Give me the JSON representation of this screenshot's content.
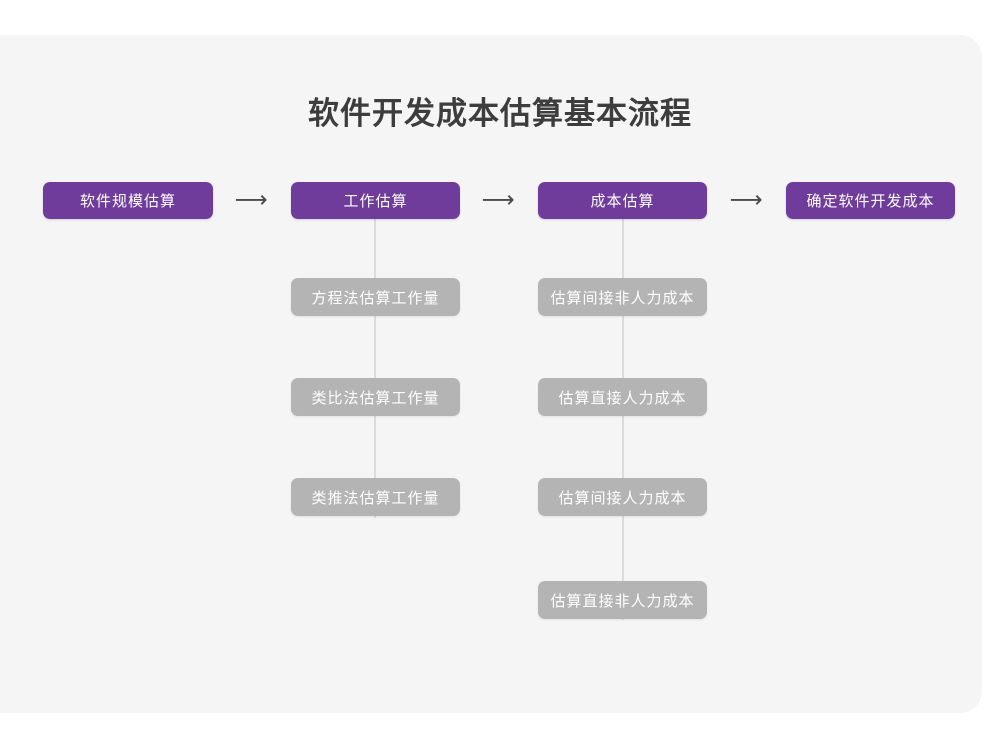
{
  "page": {
    "title": "软件开发成本估算基本流程",
    "background_color": "#ffffff",
    "card_color": "#f5f5f5",
    "accent_color": "#6f3c9c",
    "substep_color": "#b4b4b4",
    "connector_color": "#dcdcdc",
    "arrow_glyph": "⟶"
  },
  "flow": {
    "stages": [
      {
        "label": "软件规模估算"
      },
      {
        "label": "工作估算"
      },
      {
        "label": "成本估算"
      },
      {
        "label": "确定软件开发成本"
      }
    ],
    "arrows": [
      {
        "glyph": "⟶"
      },
      {
        "glyph": "⟶"
      },
      {
        "glyph": "⟶"
      }
    ],
    "branches": [
      {
        "parent": "工作估算",
        "substeps": [
          {
            "label": "方程法估算工作量"
          },
          {
            "label": "类比法估算工作量"
          },
          {
            "label": "类推法估算工作量"
          }
        ]
      },
      {
        "parent": "成本估算",
        "substeps": [
          {
            "label": "估算间接非人力成本"
          },
          {
            "label": "估算直接人力成本"
          },
          {
            "label": "估算间接人力成本"
          },
          {
            "label": "估算直接非人力成本"
          }
        ]
      }
    ]
  }
}
